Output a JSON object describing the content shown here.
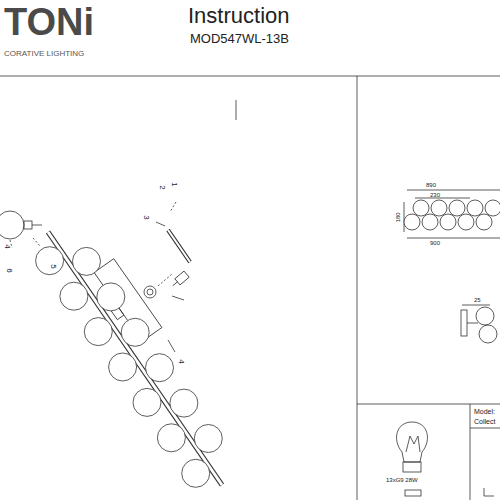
{
  "diagram": {
    "title": "Instruction",
    "labels": [
      "TONi",
      "CORATIVE LIGHTING",
      "MOD547WL-13B",
      "1",
      "2",
      "3",
      "4",
      "4",
      "6",
      "5",
      "890",
      "230",
      "180",
      "900",
      "25",
      "13xG9 28W",
      "Model:",
      "Collect"
    ]
  }
}
